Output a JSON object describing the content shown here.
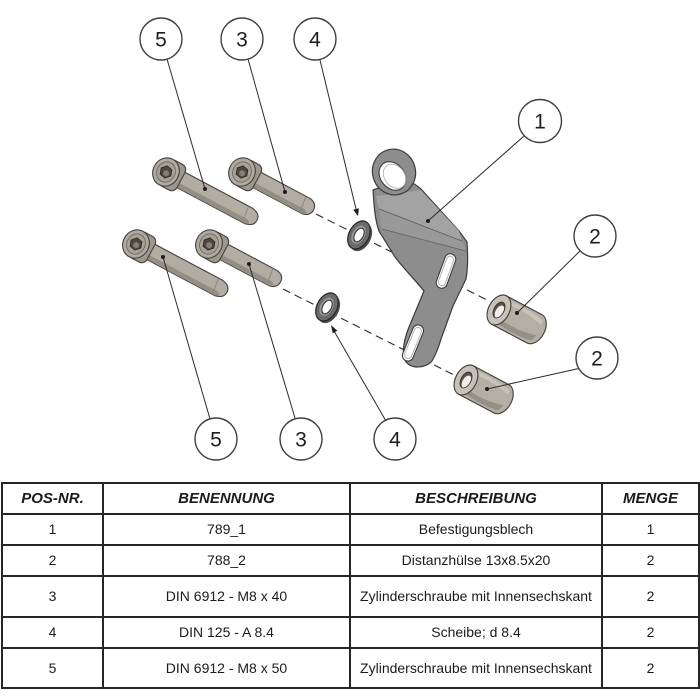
{
  "drawing": {
    "balloons": [
      {
        "label": "5"
      },
      {
        "label": "3"
      },
      {
        "label": "4"
      },
      {
        "label": "1"
      },
      {
        "label": "2"
      },
      {
        "label": "2"
      },
      {
        "label": "5"
      },
      {
        "label": "3"
      },
      {
        "label": "4"
      }
    ]
  },
  "table": {
    "headers": [
      "POS-NR.",
      "BENENNUNG",
      "BESCHREIBUNG",
      "MENGE"
    ],
    "rows": [
      {
        "pos": "1",
        "benennung": "789_1",
        "beschreibung": "Befestigungsblech",
        "menge": "1"
      },
      {
        "pos": "2",
        "benennung": "788_2",
        "beschreibung": "Distanzhülse 13x8.5x20",
        "menge": "2"
      },
      {
        "pos": "3",
        "benennung": "DIN 6912 - M8 x 40",
        "beschreibung": "Zylinderschraube mit Innensechskant",
        "menge": "2"
      },
      {
        "pos": "4",
        "benennung": "DIN 125 - A 8.4",
        "beschreibung": "Scheibe; d 8.4",
        "menge": "2"
      },
      {
        "pos": "5",
        "benennung": "DIN 6912 - M8 x 50",
        "beschreibung": "Zylinderschraube mit Innensechskant",
        "menge": "2"
      }
    ]
  },
  "colors": {
    "line": "#2b2b2b",
    "screw_gray": "#b2ada3",
    "bracket_gray": "#8d8d8d",
    "background": "#ffffff"
  }
}
